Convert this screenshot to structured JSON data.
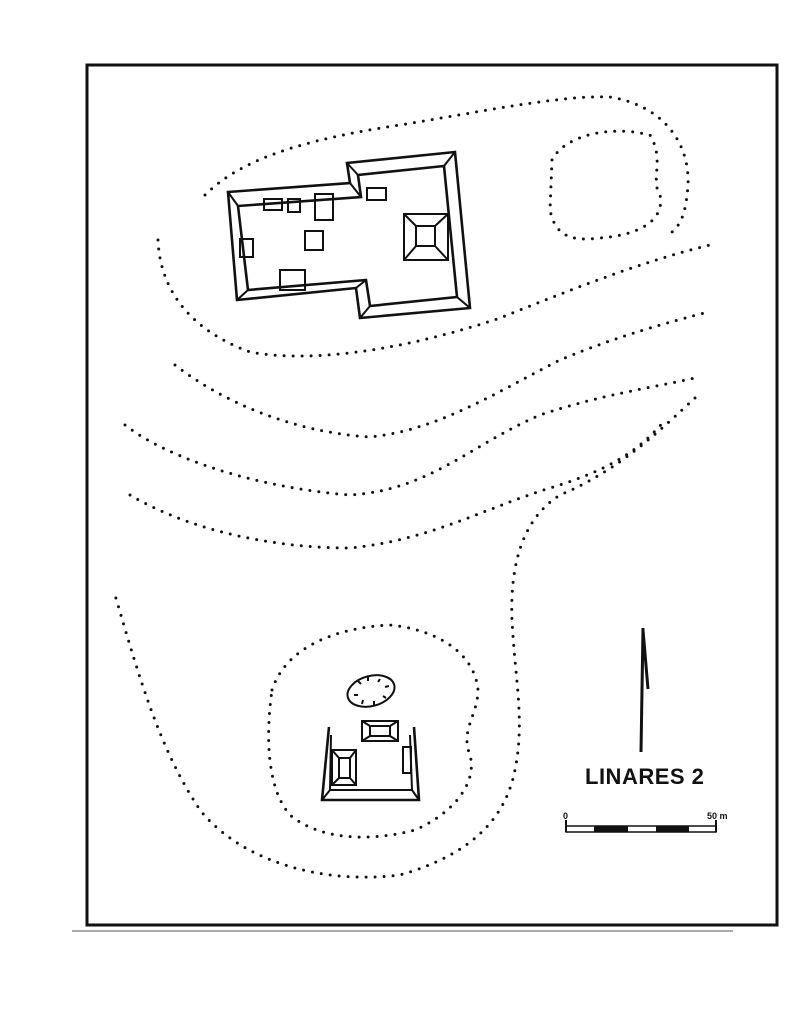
{
  "map": {
    "title": "LINARES 2",
    "scale_bar": {
      "start_label": "0",
      "end_label": "50 m"
    },
    "north_arrow": "north-arrow-icon"
  }
}
